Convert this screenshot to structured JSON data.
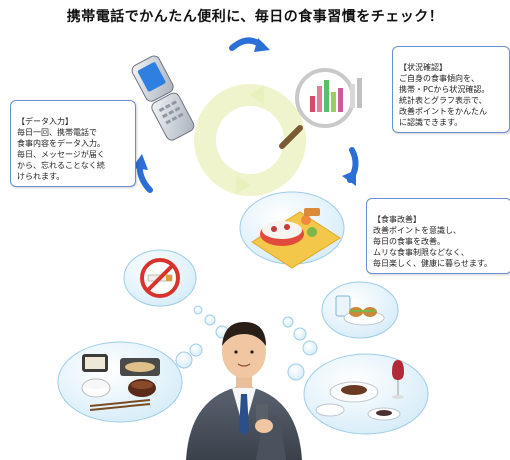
{
  "title": "携帯電話でかんたん便利に、毎日の食事習慣をチェック！",
  "callouts": {
    "data_input": {
      "heading": "【データ入力】",
      "body": "毎日一回、携帯電話で\n食事内容をデータ入力。\n毎日、メッセージが届く\nから、忘れることなく続\nけられます。"
    },
    "status_check": {
      "heading": "【状況確認】",
      "body": "ご自身の食事傾向を、\n携帯・PCから状況確認。\n統計表とグラフ表示で、\n改善ポイントをかんたん\nに認識できます。"
    },
    "diet_improvement": {
      "heading": "【食事改善】",
      "body": "改善ポイントを意識し、\n毎日の食事を改善。\nムリな食事制限などなく、\n毎日楽しく、健康に暮らせます。"
    }
  },
  "colors": {
    "arrow": "#2b6fd6",
    "callout_border": "#6a8fd0",
    "cycle_ring": "#eef3c8",
    "thought_bubble": "#dff1fb",
    "bubble_outline": "#9fcde6"
  },
  "icons": [
    "mobile-phone-icon",
    "magnifier-chart-icon",
    "no-smoking-icon",
    "picnic-food-icon",
    "japanese-meal-icon",
    "cafe-set-icon",
    "western-dinner-icon",
    "businessman-figure"
  ]
}
